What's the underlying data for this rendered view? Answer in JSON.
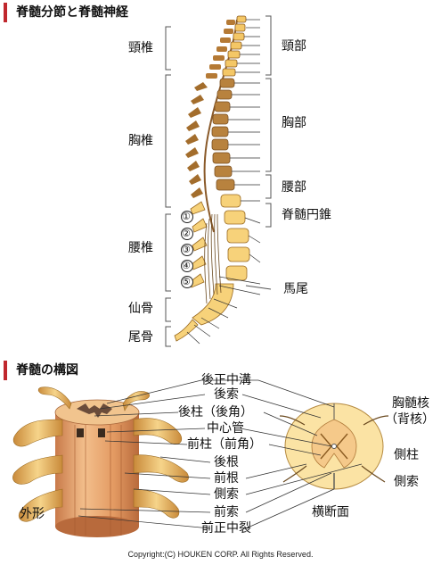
{
  "section1": {
    "title": "脊髄分節と脊髄神経",
    "vertebrae_labels": {
      "cervical": "頸椎",
      "thoracic": "胸椎",
      "lumbar": "腰椎",
      "sacrum": "仙骨",
      "coccyx": "尾骨"
    },
    "segment_labels": {
      "cervical": "頸部",
      "thoracic": "胸部",
      "lumbar": "腰部",
      "conus": "脊髄円錐",
      "cauda": "馬尾"
    },
    "lumbar_numbers": [
      "①",
      "②",
      "③",
      "④",
      "⑤"
    ]
  },
  "section2": {
    "title": "脊髄の構図",
    "labels": {
      "posterior_median_sulcus": "後正中溝",
      "posterior_funiculus": "後索",
      "posterior_horn": "後柱（後角）",
      "central_canal": "中心管",
      "anterior_horn": "前柱（前角）",
      "posterior_root": "後根",
      "anterior_root": "前根",
      "lateral_funiculus": "側索",
      "anterior_funiculus": "前索",
      "anterior_median_fissure": "前正中裂",
      "external_form": "外形",
      "cross_section": "横断面",
      "thoracic_nucleus": "胸髄核",
      "dorsal_nucleus": "（背核）",
      "lateral_column": "側柱",
      "lateral_funiculus_right": "側索"
    }
  },
  "copyright": "Copyright:(C) HOUKEN CORP. All Rights Reserved.",
  "colors": {
    "accent": "#c0272d",
    "bone": "#f7d27a",
    "bone_dark": "#b07d36",
    "cord": "#e8a86a"
  }
}
